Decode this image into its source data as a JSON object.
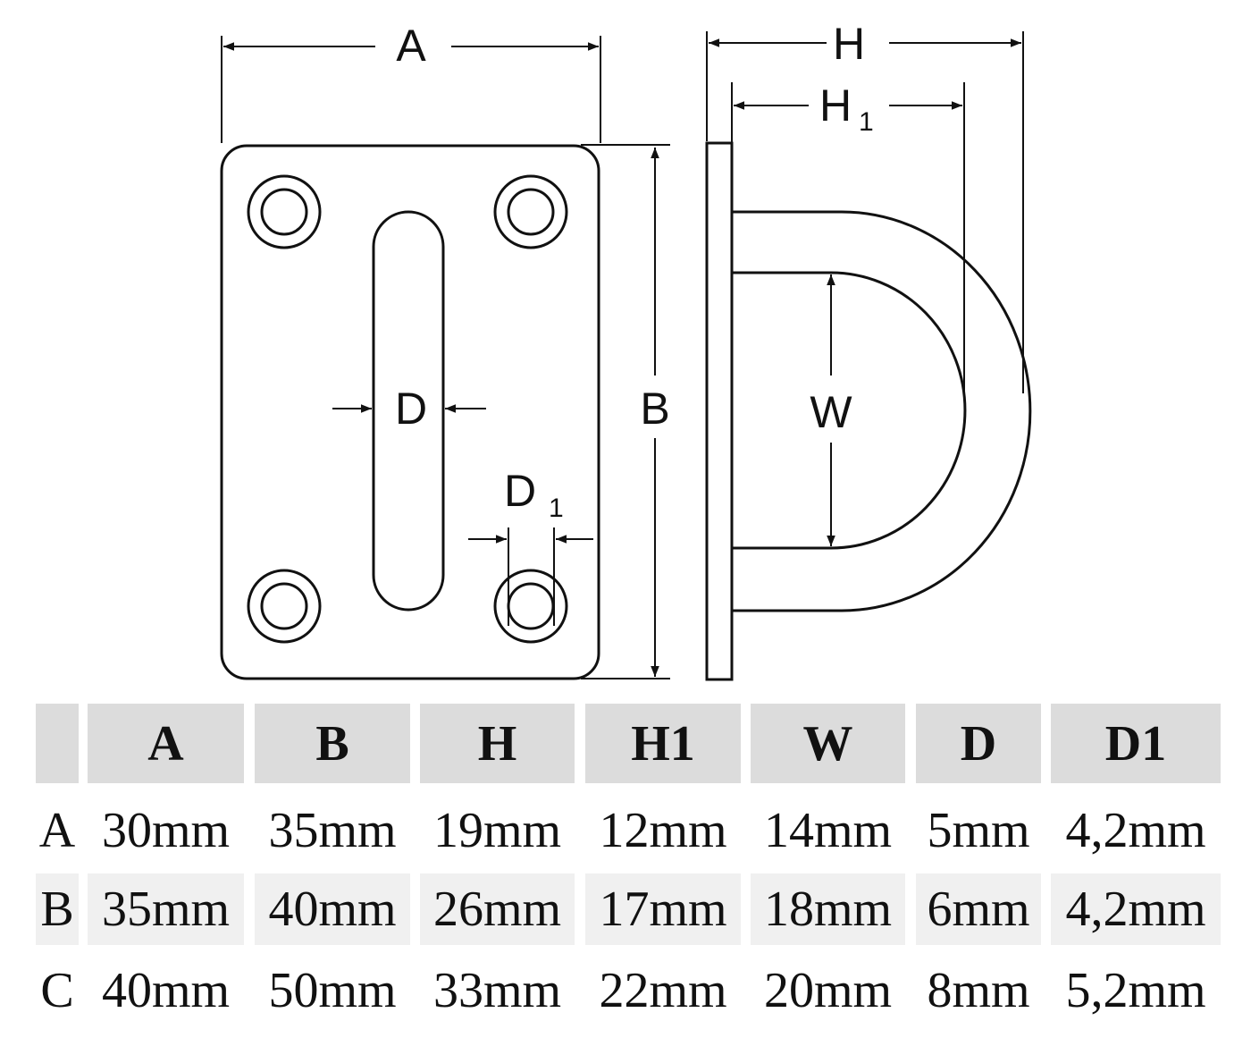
{
  "diagram": {
    "labels": {
      "A": "A",
      "B": "B",
      "H": "H",
      "H1": "H",
      "H1_sub": "1",
      "D": "D",
      "D1": "D",
      "D1_sub": "1",
      "W": "W"
    }
  },
  "table": {
    "headers": [
      "",
      "A",
      "B",
      "H",
      "H1",
      "W",
      "D",
      "D1"
    ],
    "rows": [
      {
        "label": "A",
        "values": [
          "30mm",
          "35mm",
          "19mm",
          "12mm",
          "14mm",
          "5mm",
          "4,2mm"
        ]
      },
      {
        "label": "B",
        "values": [
          "35mm",
          "40mm",
          "26mm",
          "17mm",
          "18mm",
          "6mm",
          "4,2mm"
        ]
      },
      {
        "label": "C",
        "values": [
          "40mm",
          "50mm",
          "33mm",
          "22mm",
          "20mm",
          "8mm",
          "5,2mm"
        ]
      }
    ]
  }
}
